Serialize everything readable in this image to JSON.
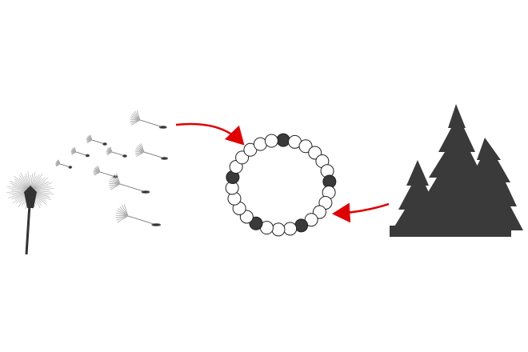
{
  "colors": {
    "arrow": "#e00000",
    "silhouette": "#3a3a3a",
    "bead_dark": "#3a3a3a",
    "bead_light": "#ffffff",
    "outline": "#222222"
  },
  "ring": {
    "bead_count": 26,
    "dark_bead_indices": [
      0,
      6,
      11,
      15,
      20
    ]
  }
}
